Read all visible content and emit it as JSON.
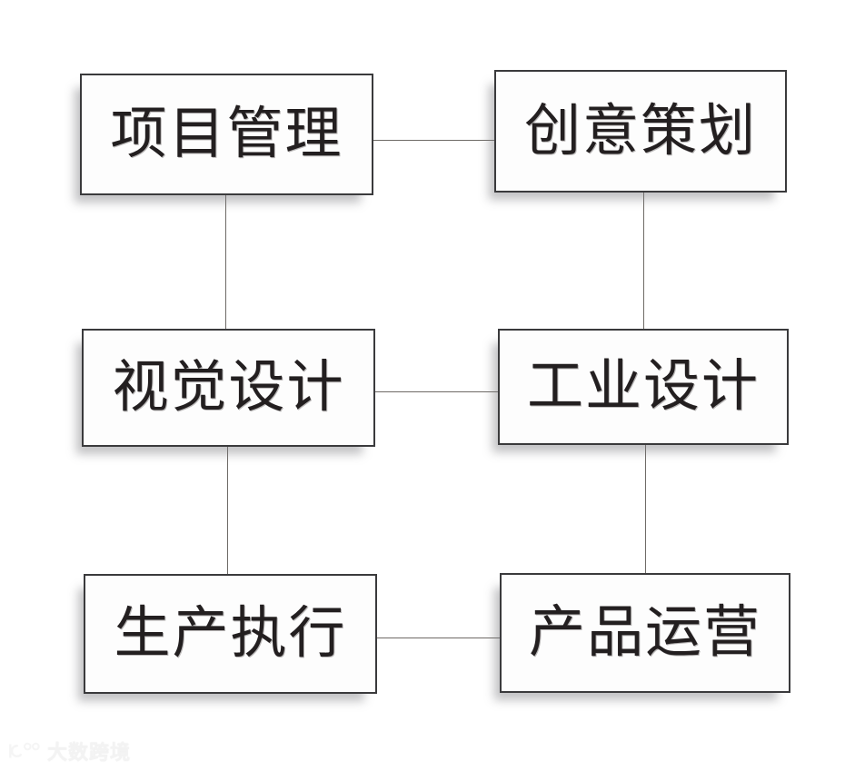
{
  "diagram": {
    "type": "flowchart",
    "title": "",
    "layout": {
      "columns": 2,
      "rows": 3
    },
    "nodes": [
      {
        "id": "project-management",
        "label": "项目管理",
        "row": 1,
        "col": 1
      },
      {
        "id": "creative-planning",
        "label": "创意策划",
        "row": 1,
        "col": 2
      },
      {
        "id": "visual-design",
        "label": "视觉设计",
        "row": 2,
        "col": 1
      },
      {
        "id": "industrial-design",
        "label": "工业设计",
        "row": 2,
        "col": 2
      },
      {
        "id": "production-execution",
        "label": "生产执行",
        "row": 3,
        "col": 1
      },
      {
        "id": "product-operations",
        "label": "产品运营",
        "row": 3,
        "col": 2
      }
    ],
    "connections": [
      {
        "from": "项目管理",
        "to": "创意策划",
        "orientation": "horizontal"
      },
      {
        "from": "视觉设计",
        "to": "工业设计",
        "orientation": "horizontal"
      },
      {
        "from": "生产执行",
        "to": "产品运营",
        "orientation": "horizontal"
      },
      {
        "from": "项目管理",
        "to": "视觉设计",
        "orientation": "vertical"
      },
      {
        "from": "视觉设计",
        "to": "生产执行",
        "orientation": "vertical"
      },
      {
        "from": "创意策划",
        "to": "工业设计",
        "orientation": "vertical"
      },
      {
        "from": "工业设计",
        "to": "产品运营",
        "orientation": "vertical"
      }
    ],
    "colors": {
      "box_fill": "#fdfdfd",
      "box_border": "#3a3a3c",
      "text": "#231f20",
      "connector": "#6e6a66",
      "background": "#ffffff"
    }
  },
  "watermark": {
    "text": "大数跨境",
    "logo": "brand-logo-icon"
  }
}
